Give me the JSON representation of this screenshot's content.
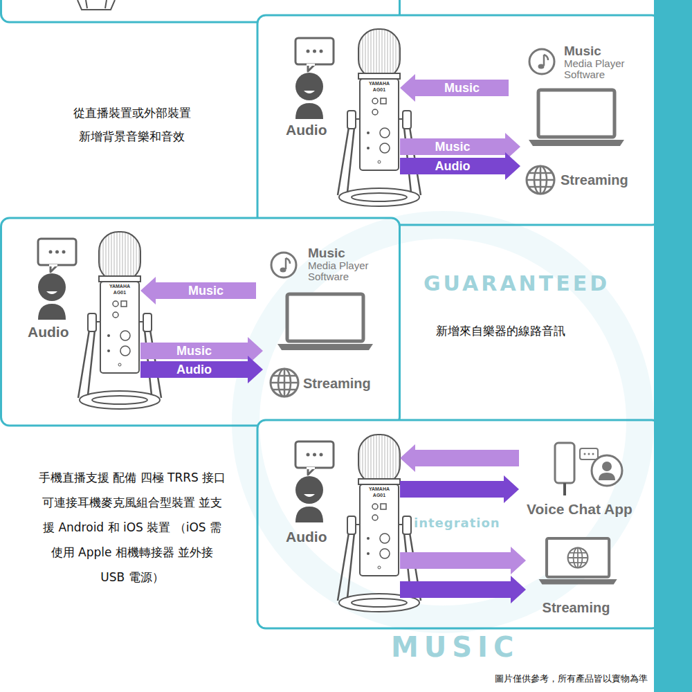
{
  "diagram": {
    "nodes": [
      {
        "text": [
          "Audio"
        ]
      },
      {
        "text": [
          "YAMAHA",
          "AG01"
        ]
      },
      {
        "text": [
          "Music",
          "Media Player Software"
        ]
      },
      {
        "text": [
          "Streaming"
        ]
      },
      {
        "text": [
          "Audio"
        ]
      },
      {
        "text": [
          "YAMAHA",
          "AG01"
        ]
      },
      {
        "text": [
          "Music",
          "Media Player Software"
        ]
      },
      {
        "text": [
          "Streaming"
        ]
      },
      {
        "text": [
          "Audio"
        ]
      },
      {
        "text": [
          "YAMAHA",
          "AG01"
        ]
      },
      {
        "text": [
          "Voice Chat App"
        ]
      },
      {
        "text": [
          "Streaming"
        ]
      }
    ],
    "edges": [
      {
        "from": 2,
        "to": 1,
        "label": "Music",
        "arrow": "to"
      },
      {
        "from": 1,
        "to": 3,
        "label": "Music",
        "arrow": "to"
      },
      {
        "from": 1,
        "to": 3,
        "label": "Audio",
        "arrow": "to"
      },
      {
        "from": 6,
        "to": 5,
        "label": "Music",
        "arrow": "to"
      },
      {
        "from": 5,
        "to": 7,
        "label": "Music",
        "arrow": "to"
      },
      {
        "from": 5,
        "to": 7,
        "label": "Audio",
        "arrow": "to"
      },
      {
        "from": 10,
        "to": 9,
        "arrow": "to"
      },
      {
        "from": 9,
        "to": 10,
        "arrow": "to"
      },
      {
        "from": 9,
        "to": 11,
        "arrow": "to"
      },
      {
        "from": 9,
        "to": 11,
        "arrow": "to"
      }
    ],
    "labels": [
      "從直播裝置或外部裝置 新增背景音樂和音效",
      "新增來自樂器的線路音訊",
      "手機直播支援 配備 四極 TRRS 接口 可連接耳機麥克風組合型裝置 並支援 Android 和 iOS 裝置 （iOS 需使用 Apple 相機轉接器 並外接 USB 電源）",
      "GUARANTEED",
      "integration",
      "MUSIC",
      "圖片僅供參考，所有產品皆以實物為準"
    ]
  }
}
